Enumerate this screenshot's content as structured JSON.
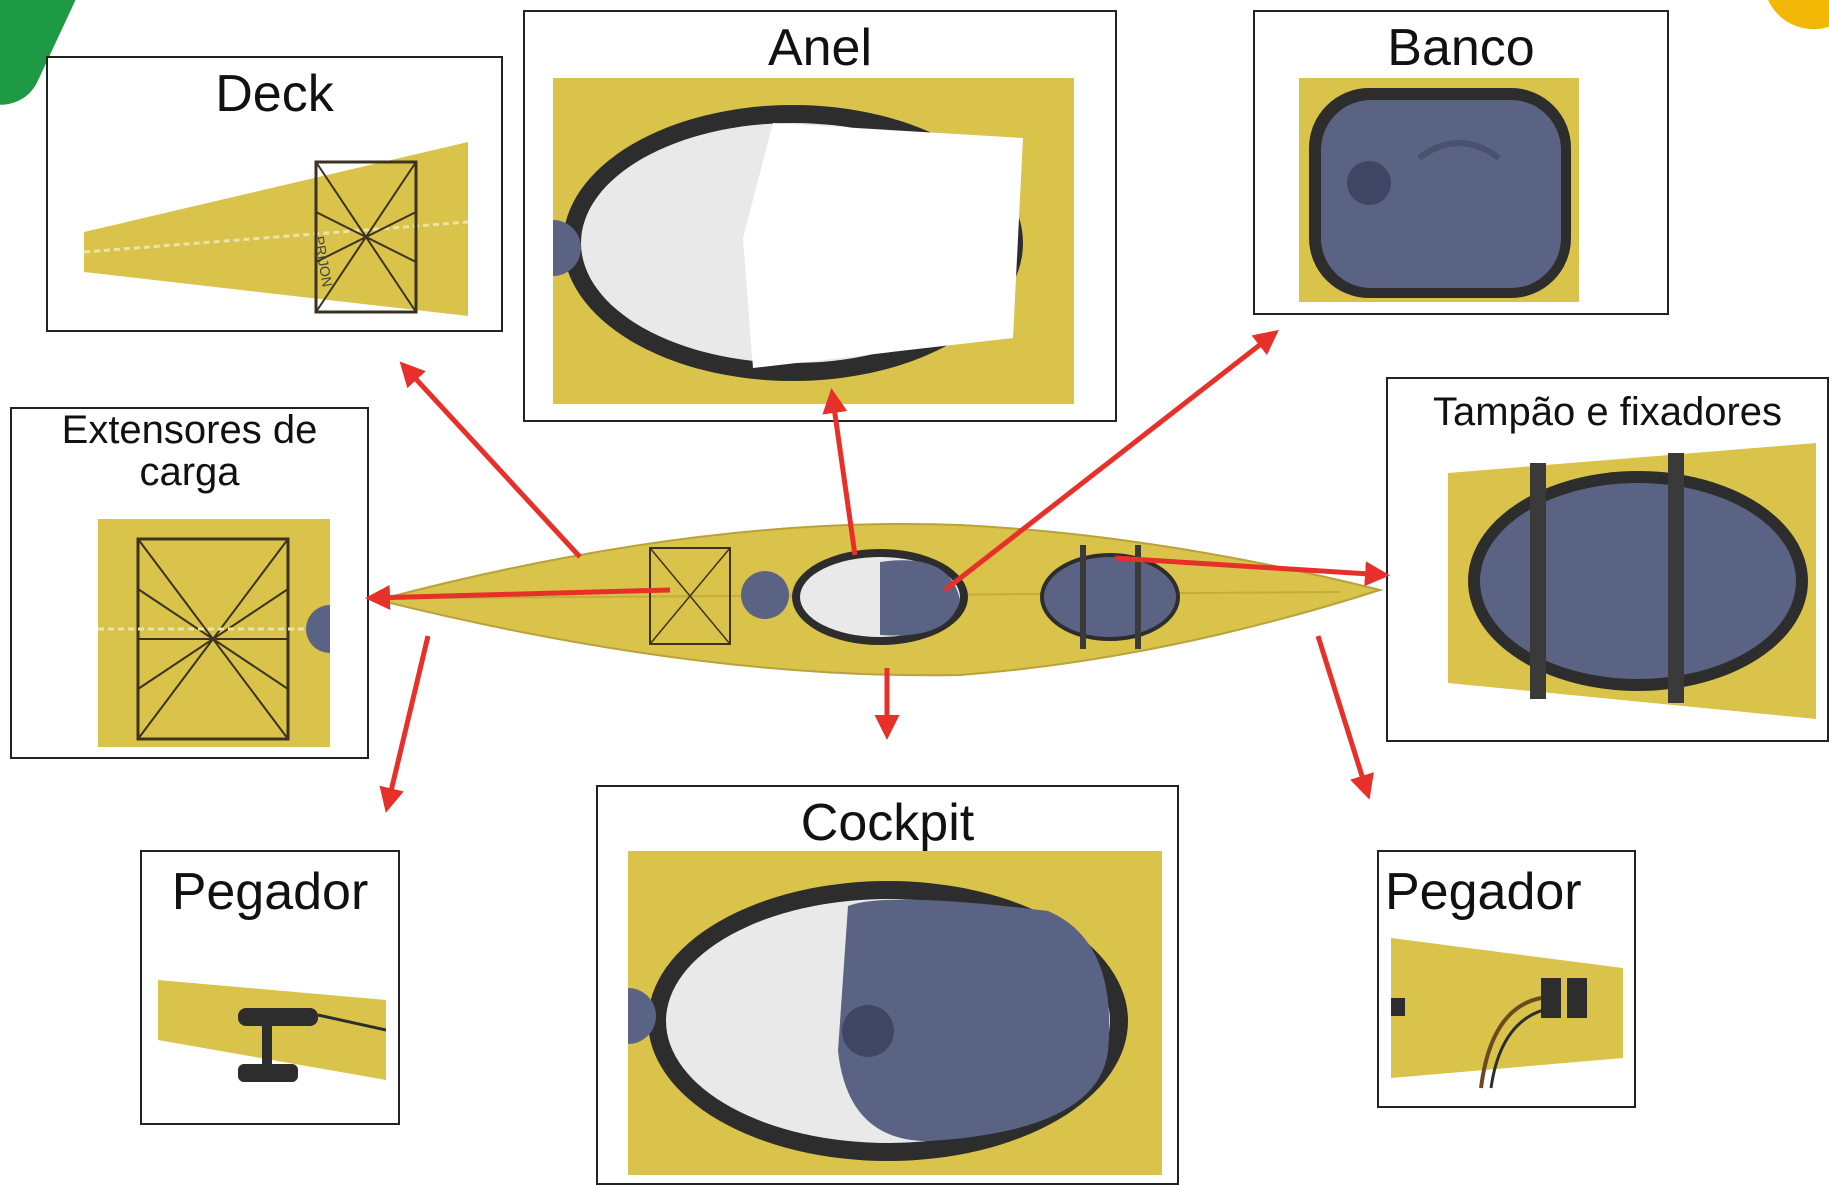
{
  "labels": {
    "deck": "Deck",
    "anel": "Anel",
    "banco": "Banco",
    "extensores": "Extensores de carga",
    "tampao": "Tampão e fixadores",
    "pegador_left": "Pegador",
    "cockpit": "Cockpit",
    "pegador_right": "Pegador"
  },
  "colors": {
    "kayak_yellow": "#d9c34a",
    "seat_blue": "#5b6384",
    "arrow_red": "#e8302a",
    "net_dark": "#3b3320"
  }
}
